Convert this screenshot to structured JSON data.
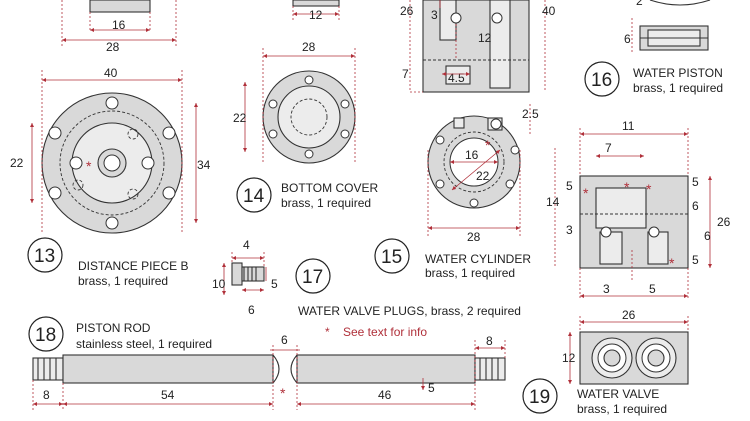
{
  "parts": {
    "p13": {
      "number": "13",
      "name": "DISTANCE PIECE B",
      "spec": "brass, 1 required"
    },
    "p14": {
      "number": "14",
      "name": "BOTTOM COVER",
      "spec": "brass, 1 required"
    },
    "p15": {
      "number": "15",
      "name": "WATER CYLINDER",
      "spec": "brass, 1 required"
    },
    "p16": {
      "number": "16",
      "name": "WATER PISTON",
      "spec": "brass, 1 required"
    },
    "p17": {
      "number": "17",
      "name": "WATER VALVE PLUGS",
      "spec": "brass, 2 required",
      "spec_full": "WATER VALVE PLUGS, brass, 2 required"
    },
    "p18": {
      "number": "18",
      "name": "PISTON ROD",
      "spec": "stainless steel, 1 required"
    },
    "p19": {
      "number": "19",
      "name": "WATER VALVE",
      "spec": "brass, 1 required"
    }
  },
  "note": {
    "star": "*",
    "text": "See text for info"
  },
  "dims": {
    "top_left_16": "16",
    "top_left_28": "28",
    "top_mid_12": "12",
    "top_cyl_26": "26",
    "top_cyl_3": "3",
    "top_cyl_12": "12",
    "top_cyl_40": "40",
    "top_cyl_7": "7",
    "top_cyl_45": "4.5",
    "top_piston_6": "6",
    "top_2": "2",
    "d13_40": "40",
    "d13_22": "22",
    "d13_34": "34",
    "d14_28": "28",
    "d14_22": "22",
    "d15_25": "2.5",
    "d15_16": "16",
    "d15_22": "22",
    "d15_28": "28",
    "d19_11": "11",
    "d19_7": "7",
    "d19_5a": "5",
    "d19_14": "14",
    "d19_3a": "3",
    "d19_5b": "5",
    "d19_6a": "6",
    "d19_26": "26",
    "d19_6b": "6",
    "d19_5c": "5",
    "d19_3b": "3",
    "d19_5d": "5",
    "d19_26b": "26",
    "d19_12": "12",
    "d17_4": "4",
    "d17_10": "10",
    "d17_5": "5",
    "d17_6": "6",
    "d18_6": "6",
    "d18_8a": "8",
    "d18_8b": "8",
    "d18_54": "54",
    "d18_46": "46",
    "d18_5": "5"
  }
}
